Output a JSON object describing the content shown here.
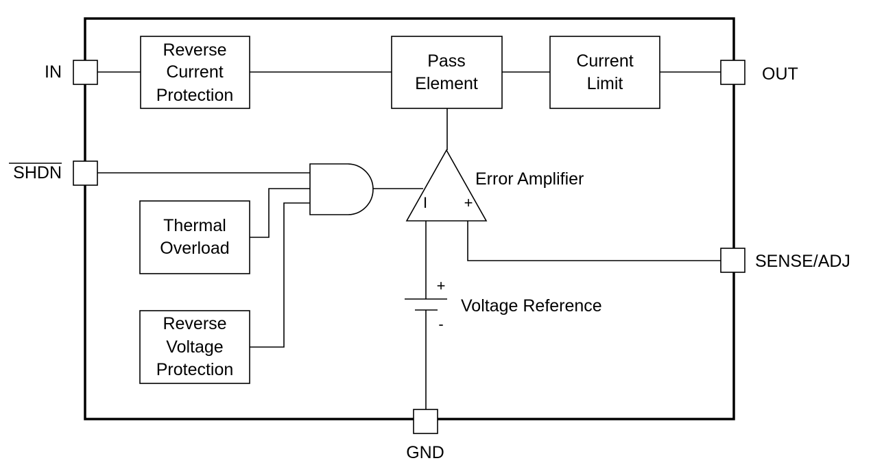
{
  "pins": {
    "in": "IN",
    "out": "OUT",
    "shdn": "SHDN",
    "sense_adj": "SENSE/ADJ",
    "gnd": "GND"
  },
  "blocks": {
    "reverse_current_protection": [
      "Reverse",
      "Current",
      "Protection"
    ],
    "pass_element": [
      "Pass",
      "Element"
    ],
    "current_limit": [
      "Current",
      "Limit"
    ],
    "thermal_overload": [
      "Thermal",
      "Overload"
    ],
    "reverse_voltage_protection": [
      "Reverse",
      "Voltage",
      "Protection"
    ]
  },
  "error_amplifier": {
    "label": "Error Amplifier",
    "inverting_sign": "I",
    "noninverting_sign": "+"
  },
  "voltage_reference": {
    "label": "Voltage Reference",
    "plus_sign": "+",
    "minus_sign": "-"
  }
}
